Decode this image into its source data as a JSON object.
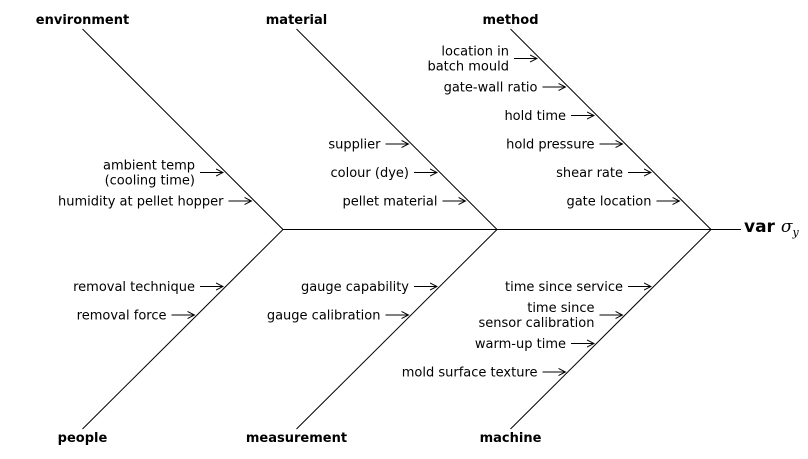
{
  "effect": {
    "label": "var",
    "symbol": "σ",
    "subscript": "y"
  },
  "categories": [
    {
      "id": "environment",
      "name": "environment",
      "position": "top",
      "causes": [
        [
          "ambient temp",
          "(cooling time)"
        ],
        [
          "humidity at pellet hopper"
        ]
      ]
    },
    {
      "id": "material",
      "name": "material",
      "position": "top",
      "causes": [
        [
          "supplier"
        ],
        [
          "colour (dye)"
        ],
        [
          "pellet material"
        ]
      ]
    },
    {
      "id": "method",
      "name": "method",
      "position": "top",
      "causes": [
        [
          "location in",
          "batch mould"
        ],
        [
          "gate-wall ratio"
        ],
        [
          "hold time"
        ],
        [
          "hold pressure"
        ],
        [
          "shear rate"
        ],
        [
          "gate location"
        ]
      ]
    },
    {
      "id": "people",
      "name": "people",
      "position": "bottom",
      "causes": [
        [
          "removal technique"
        ],
        [
          "removal force"
        ]
      ]
    },
    {
      "id": "measurement",
      "name": "measurement",
      "position": "bottom",
      "causes": [
        [
          "gauge capability"
        ],
        [
          "gauge calibration"
        ]
      ]
    },
    {
      "id": "machine",
      "name": "machine",
      "position": "bottom",
      "causes": [
        [
          "time since service"
        ],
        [
          "time since",
          "sensor calibration"
        ],
        [
          "warm-up time"
        ],
        [
          "mold surface texture"
        ]
      ]
    }
  ]
}
